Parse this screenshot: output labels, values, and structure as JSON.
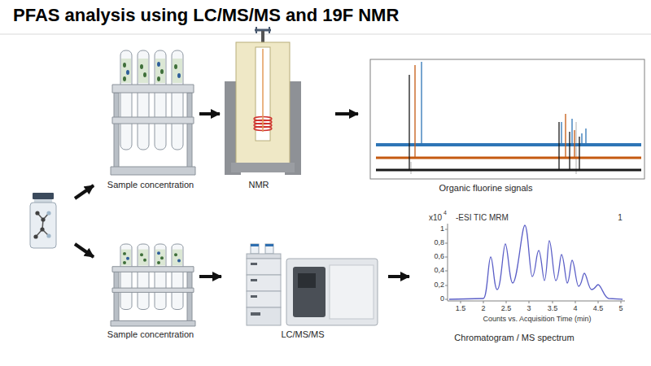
{
  "diagram": {
    "title": "PFAS analysis using LC/MS/MS and 19F NMR",
    "nodes": [
      {
        "text": []
      },
      {
        "text": [
          "Sample concentration"
        ]
      },
      {
        "text": [
          "NMR"
        ]
      },
      {
        "text": [
          "Organic fluorine signals"
        ]
      },
      {
        "text": [
          "Sample concentration"
        ]
      },
      {
        "text": [
          "LC/MS/MS"
        ]
      },
      {
        "text": [
          "Chromatogram / MS spectrum"
        ]
      }
    ],
    "edges": [
      {
        "from": 0,
        "to": 1,
        "arrow": "to"
      },
      {
        "from": 0,
        "to": 4,
        "arrow": "to"
      },
      {
        "from": 1,
        "to": 2,
        "arrow": "to"
      },
      {
        "from": 2,
        "to": 3,
        "arrow": "to"
      },
      {
        "from": 4,
        "to": 5,
        "arrow": "to"
      },
      {
        "from": 5,
        "to": 6,
        "arrow": "to"
      }
    ],
    "labels": [
      "x10",
      "4",
      "-ESI TIC MRM",
      "1",
      "1",
      "0,8",
      "0,6",
      "0,4",
      "0,2",
      "0",
      "1.5",
      "2",
      "2.5",
      "3",
      "3.5",
      "4",
      "4.5",
      "5",
      "Counts vs. Acquisition Time (min)"
    ]
  }
}
